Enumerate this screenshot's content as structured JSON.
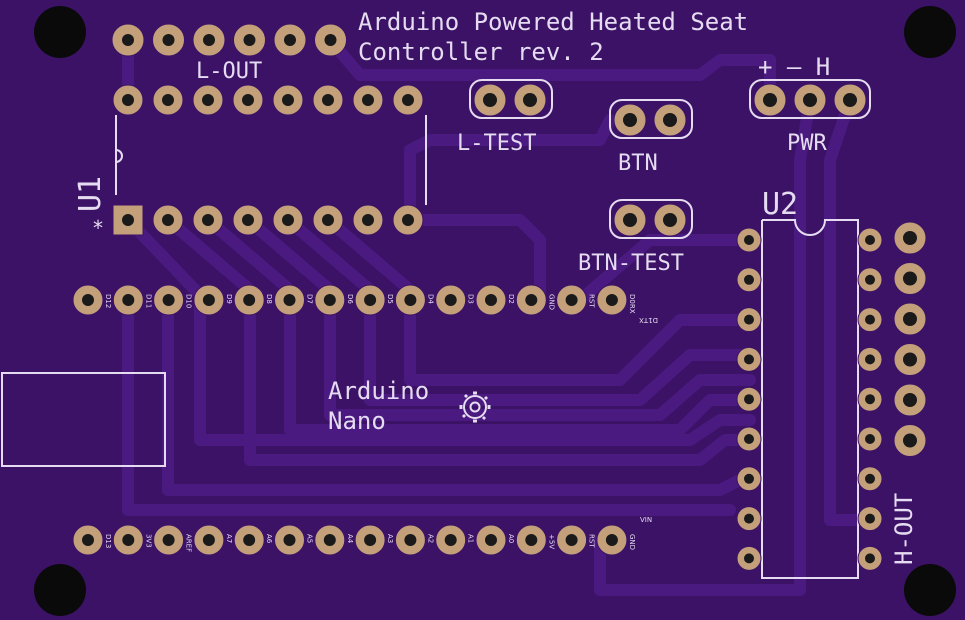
{
  "title": {
    "line1": "Arduino Powered Heated Seat",
    "line2": "Controller rev. 2"
  },
  "labels": {
    "l_out": "L-OUT",
    "l_test": "L-TEST",
    "btn": "BTN",
    "btn_test": "BTN-TEST",
    "pwr": "PWR",
    "pwr_polarity": "+ – H",
    "u1": "U1",
    "u2": "U2",
    "h_out": "H-OUT",
    "nano_line1": "Arduino",
    "nano_line2": "Nano",
    "u1_marker": "*"
  },
  "nano_top_pins": [
    "D12",
    "D11",
    "D10",
    "D9",
    "D8",
    "D7",
    "D6",
    "D5",
    "D4",
    "D3",
    "D2",
    "GND",
    "RST",
    "D0RX"
  ],
  "nano_top_extra": "D1TX",
  "nano_bottom_pins": [
    "D13",
    "3V3",
    "AREF",
    "A7",
    "A6",
    "A5",
    "A4",
    "A3",
    "A2",
    "A1",
    "A0",
    "+5V",
    "RST",
    "GND"
  ],
  "nano_bottom_extra": "VIN",
  "colors": {
    "board": "#3b1266",
    "trace": "#4a1a80",
    "pad": "#c4a07a",
    "silkscreen": "#e6dcf2"
  }
}
